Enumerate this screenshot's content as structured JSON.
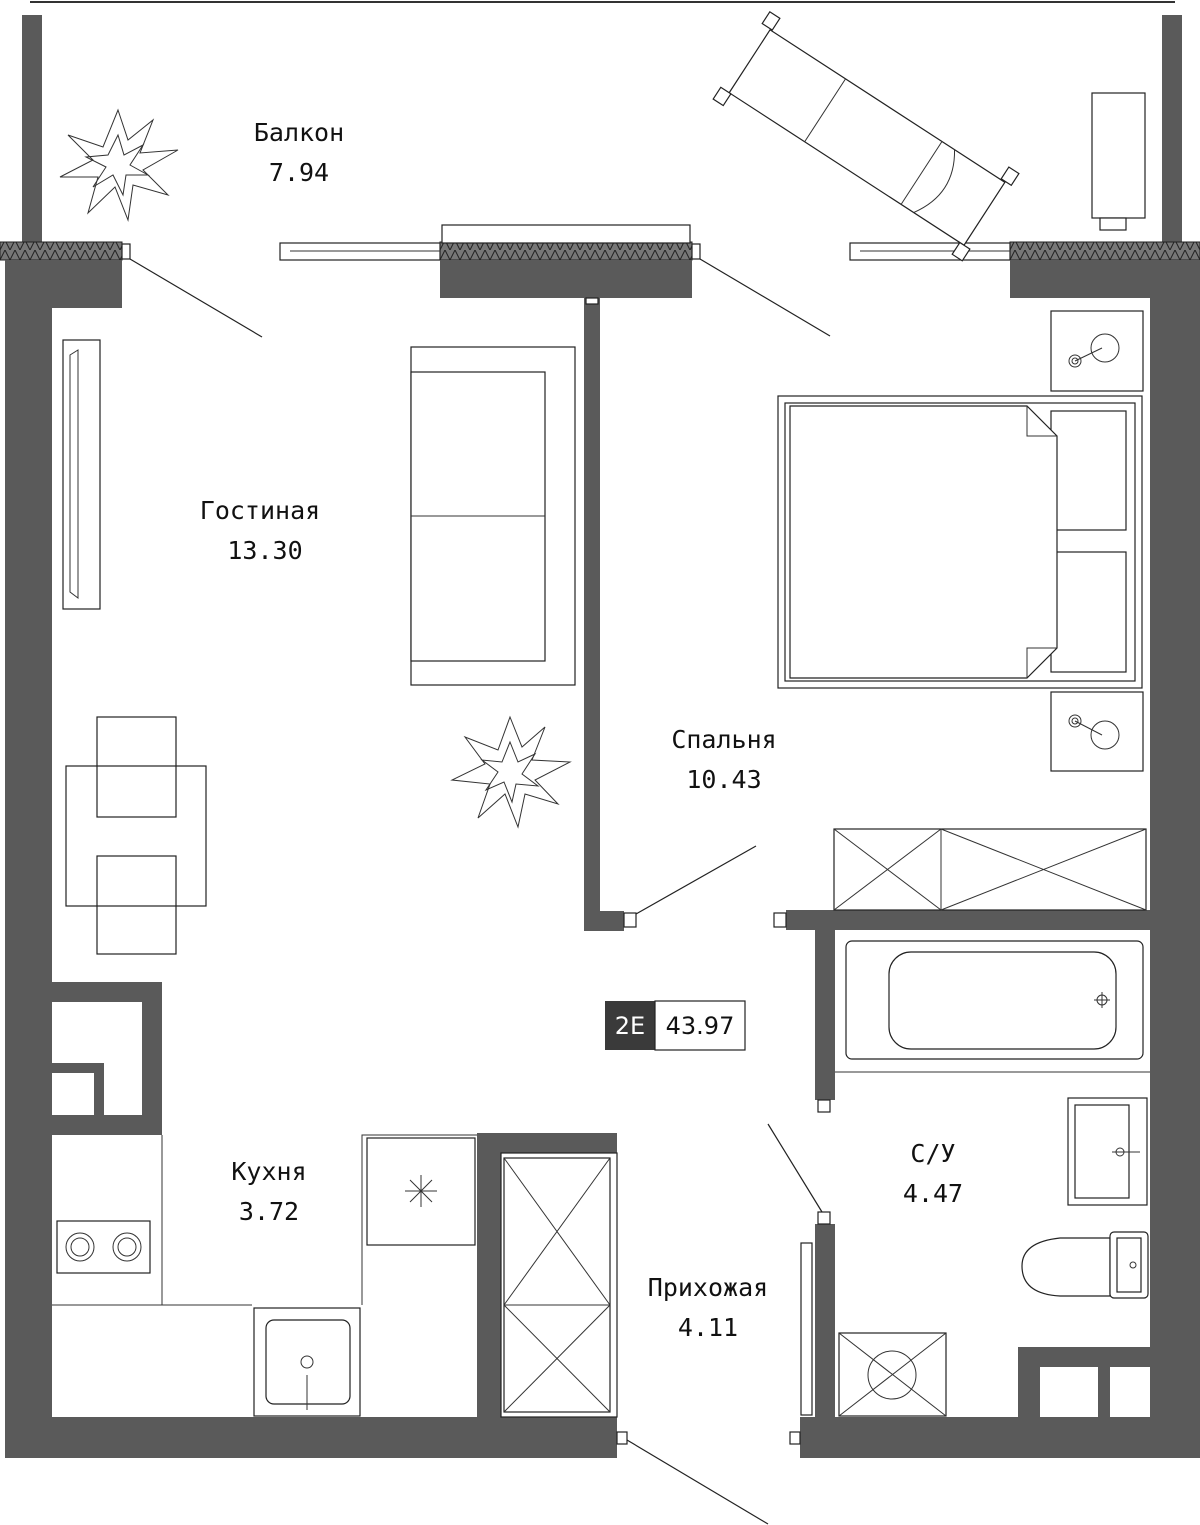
{
  "rooms": {
    "balcony": {
      "name": "Балкон",
      "area": "7.94"
    },
    "living": {
      "name": "Гостиная",
      "area": "13.30"
    },
    "bedroom": {
      "name": "Спальня",
      "area": "10.43"
    },
    "kitchen": {
      "name": "Кухня",
      "area": "3.72"
    },
    "hall": {
      "name": "Прихожая",
      "area": "4.11"
    },
    "bathroom": {
      "name": "С/У",
      "area": "4.47"
    }
  },
  "badge": {
    "code": "2Е",
    "total_area": "43.97"
  },
  "colors": {
    "wall": "#5a5a5a",
    "badge": "#3a3a3a"
  }
}
